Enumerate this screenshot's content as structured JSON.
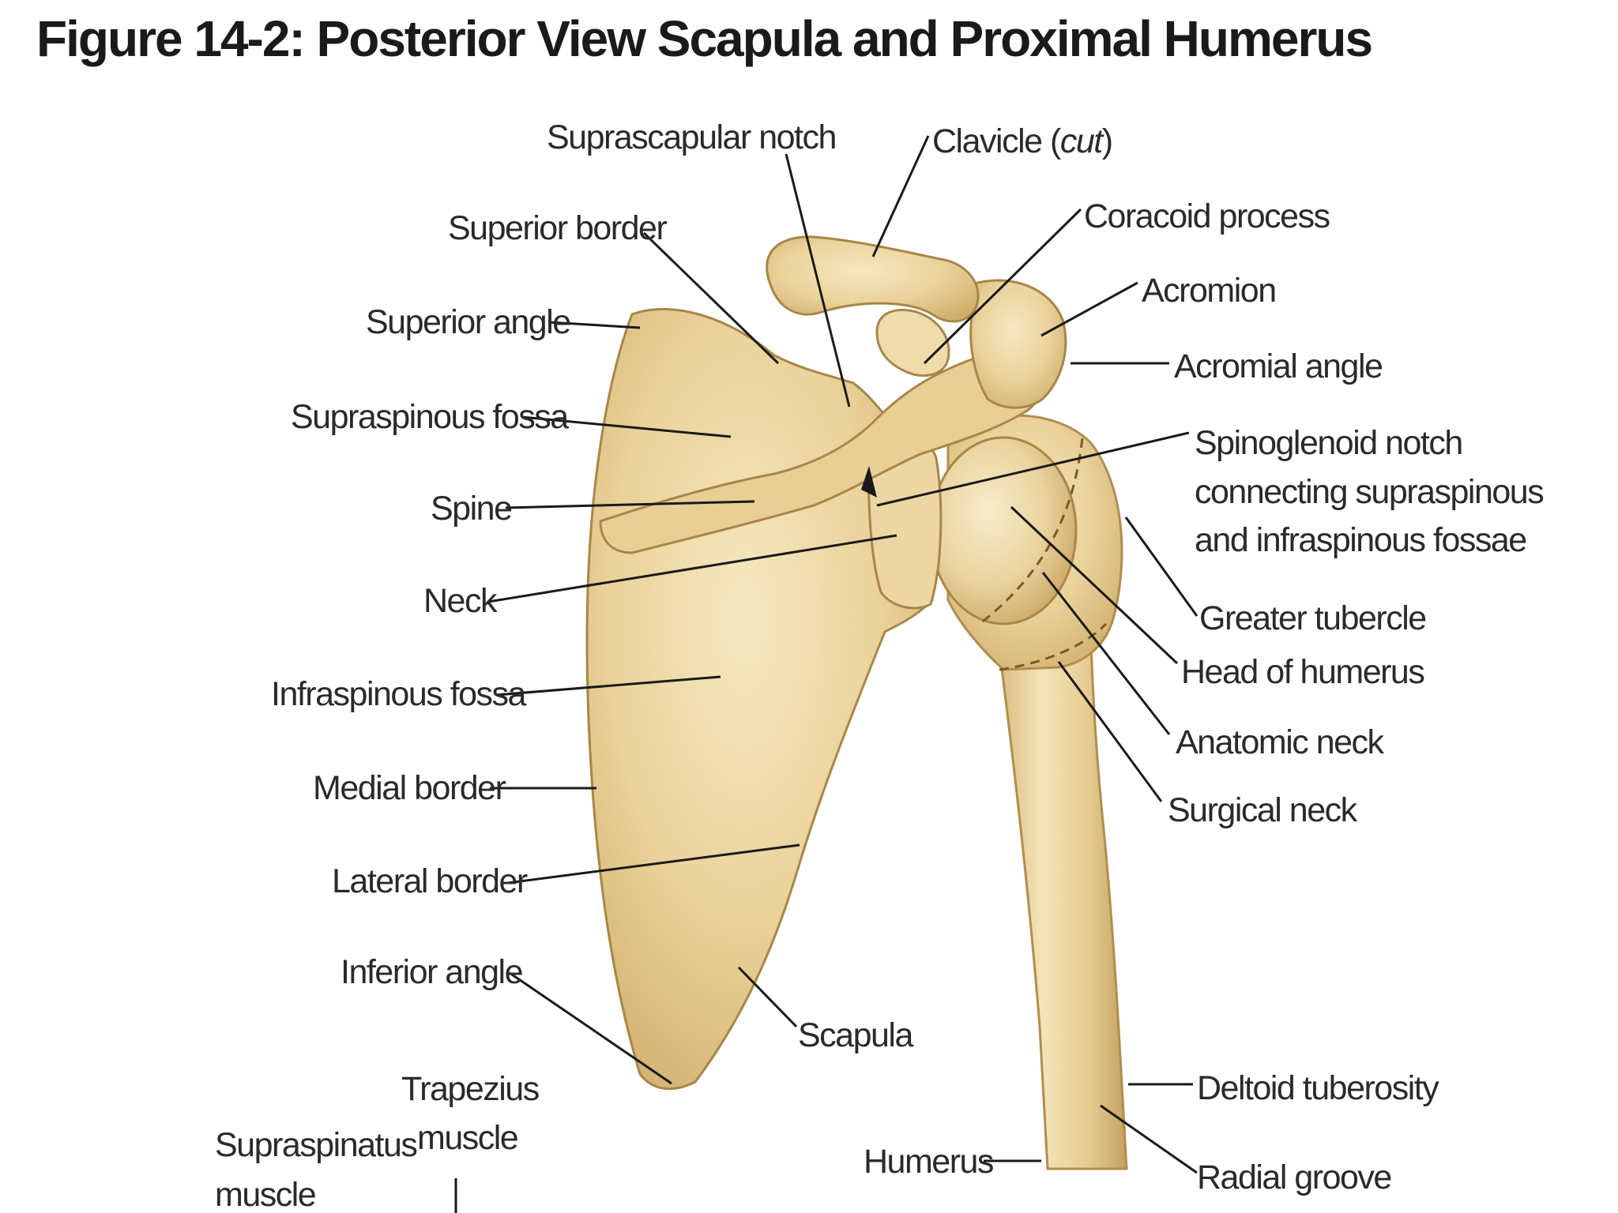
{
  "title": "Figure 14-2: Posterior View Scapula and Proximal Humerus",
  "labels": {
    "suprascapular_notch": "Suprascapular notch",
    "clavicle_cut_prefix": "Clavicle (",
    "clavicle_cut_italic": "cut",
    "clavicle_cut_suffix": ")",
    "superior_border": "Superior border",
    "coracoid_process": "Coracoid process",
    "acromion": "Acromion",
    "superior_angle": "Superior angle",
    "acromial_angle": "Acromial angle",
    "supraspinous_fossa": "Supraspinous fossa",
    "spinoglenoid_line1": "Spinoglenoid notch",
    "spinoglenoid_line2": "connecting supraspinous",
    "spinoglenoid_line3": "and infraspinous fossae",
    "spine": "Spine",
    "neck": "Neck",
    "greater_tubercle": "Greater tubercle",
    "head_of_humerus": "Head of humerus",
    "infraspinous_fossa": "Infraspinous fossa",
    "anatomic_neck": "Anatomic neck",
    "medial_border": "Medial border",
    "surgical_neck": "Surgical neck",
    "lateral_border": "Lateral border",
    "inferior_angle": "Inferior angle",
    "scapula": "Scapula",
    "trapezius_line1": "Trapezius",
    "trapezius_line2": "muscle",
    "deltoid_tuberosity": "Deltoid tuberosity",
    "supraspinatus_line1": "Supraspinatus",
    "supraspinatus_line2": "muscle",
    "humerus": "Humerus",
    "radial_groove": "Radial groove"
  },
  "colors": {
    "bone_light": "#f3e2b4",
    "bone_mid": "#e4c98c",
    "bone_dark": "#c7a563",
    "outline": "#a88648",
    "leader": "#1a1a1a",
    "text": "#2a2a2a"
  }
}
